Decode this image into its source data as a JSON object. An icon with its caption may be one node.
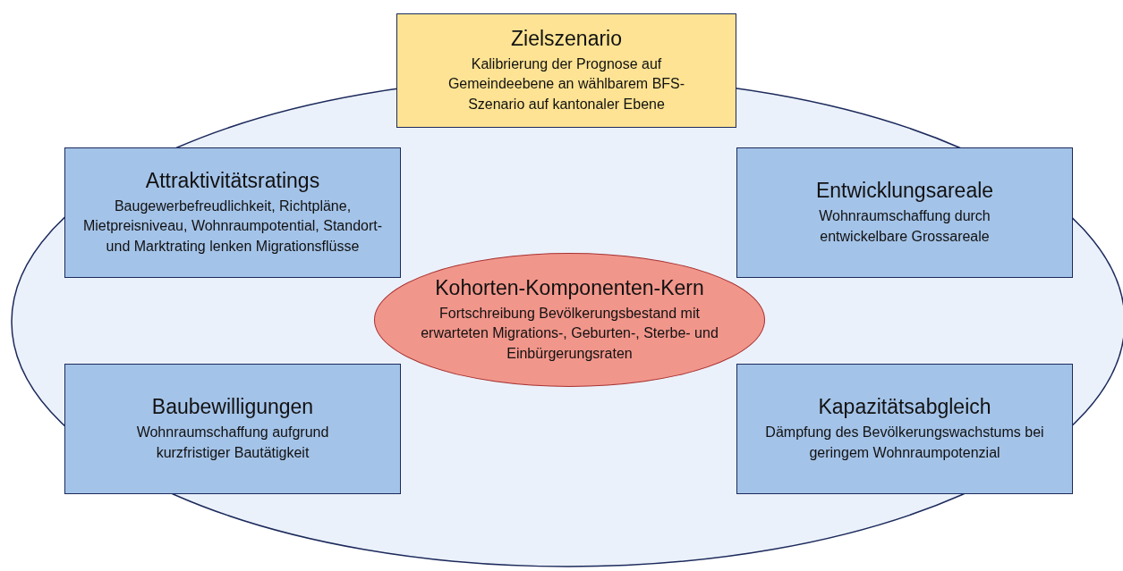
{
  "diagram": {
    "nodes": [
      {
        "text": [
          "Zielszenario",
          "Kalibrierung der Prognose auf Gemeindeebene an wählbarem BFS-Szenario auf kantonaler Ebene"
        ]
      },
      {
        "text": [
          "Attraktivitätsratings",
          "Baugewerbefreudlichkeit, Richtpläne, Mietpreisniveau, Wohnraumpotential, Standort- und Marktrating lenken Migrationsflüsse"
        ]
      },
      {
        "text": [
          "Entwicklungsareale",
          "Wohnraumschaffung durch entwickelbare Grossareale"
        ]
      },
      {
        "text": [
          "Kohorten-Komponenten-Kern",
          "Fortschreibung Bevölkerungsbestand mit erwarteten Migrations-, Geburten-, Sterbe- und Einbürgerungsraten"
        ]
      },
      {
        "text": [
          "Baubewilligungen",
          "Wohnraumschaffung aufgrund kurzfristiger Bautätigkeit"
        ]
      },
      {
        "text": [
          "Kapazitätsabgleich",
          "Dämpfung des Bevölkerungswachstums bei geringem Wohnraumpotenzial"
        ]
      }
    ]
  }
}
